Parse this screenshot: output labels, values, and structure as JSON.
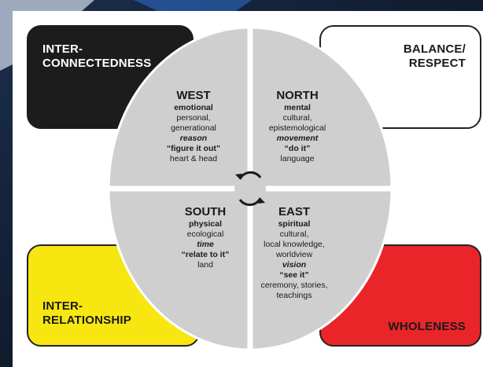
{
  "cards": {
    "top_left": "INTER-\nCONNECTEDNESS",
    "top_right": "BALANCE/\nRESPECT",
    "bottom_left": "INTER-\nRELATIONSHIP",
    "bottom_right": "WHOLENESS"
  },
  "quadrants": {
    "west": {
      "title": "WEST",
      "lines": [
        {
          "text": "emotional",
          "style": "b"
        },
        {
          "text": "personal,",
          "style": ""
        },
        {
          "text": "generational",
          "style": ""
        },
        {
          "text": "reason",
          "style": "i"
        },
        {
          "text": "“figure it out”",
          "style": "b"
        },
        {
          "text": "heart & head",
          "style": ""
        }
      ]
    },
    "north": {
      "title": "NORTH",
      "lines": [
        {
          "text": "mental",
          "style": "b"
        },
        {
          "text": "cultural,",
          "style": ""
        },
        {
          "text": "epistemological",
          "style": ""
        },
        {
          "text": "movement",
          "style": "i"
        },
        {
          "text": "“do it”",
          "style": "b"
        },
        {
          "text": "language",
          "style": ""
        }
      ]
    },
    "south": {
      "title": "SOUTH",
      "lines": [
        {
          "text": "physical",
          "style": "b"
        },
        {
          "text": "ecological",
          "style": ""
        },
        {
          "text": "time",
          "style": "i"
        },
        {
          "text": "“relate to it”",
          "style": "b"
        },
        {
          "text": "land",
          "style": ""
        }
      ]
    },
    "east": {
      "title": "EAST",
      "lines": [
        {
          "text": "spiritual",
          "style": "b"
        },
        {
          "text": "cultural,",
          "style": ""
        },
        {
          "text": "local knowledge,",
          "style": ""
        },
        {
          "text": "worldview",
          "style": ""
        },
        {
          "text": "vision",
          "style": "i"
        },
        {
          "text": "“see it”",
          "style": "b"
        },
        {
          "text": "ceremony, stories,",
          "style": ""
        },
        {
          "text": "teachings",
          "style": ""
        }
      ]
    }
  },
  "colors": {
    "wheel": "#cfcfd0",
    "yellow": "#f7e610",
    "red": "#e9252a",
    "black": "#1c1c1c"
  }
}
